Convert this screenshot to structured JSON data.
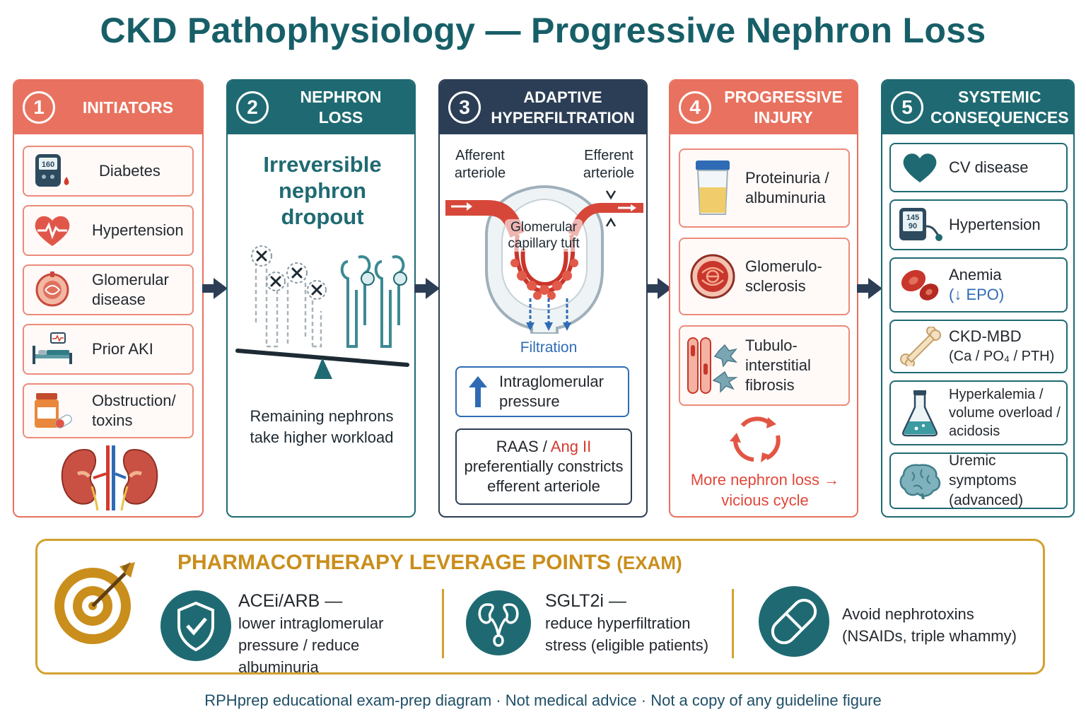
{
  "title": "CKD Pathophysiology — Progressive Nephron Loss",
  "colors": {
    "initiators": "#e8725f",
    "nephron_loss": "#1f6a72",
    "hyperfiltration": "#2c3e56",
    "injury": "#e8725f",
    "systemic": "#1f6a72",
    "leverage": "#d2a12f"
  },
  "panels": {
    "initiators": {
      "number": "1",
      "title": "INITIATORS",
      "items": [
        {
          "label": "Diabetes",
          "icon": "glucometer-icon",
          "reading": "160"
        },
        {
          "label": "Hypertension",
          "icon": "heart-pulse-icon"
        },
        {
          "label": "Glomerular disease",
          "icon": "glomerulus-icon"
        },
        {
          "label": "Prior AKI",
          "icon": "hospital-bed-icon"
        },
        {
          "label": "Obstruction/ toxins",
          "icon": "pill-bottle-icon"
        }
      ],
      "footer_icon": "kidneys-icon"
    },
    "nephron_loss": {
      "number": "2",
      "title": "NEPHRON LOSS",
      "headline": "Irreversible nephron dropout",
      "caption": "Remaining nephrons take higher workload",
      "icon": "nephron-seesaw-icon"
    },
    "hyperfiltration": {
      "number": "3",
      "title": "ADAPTIVE HYPERFILTRATION",
      "afferent_label": "Afferent arteriole",
      "efferent_label": "Efferent arteriole",
      "tuft_label": "Glomerular capillary tuft",
      "filtration_label": "Filtration",
      "pressure_label": "Intraglomerular pressure",
      "raas_prefix": "RAAS / ",
      "raas_highlight": "Ang II",
      "raas_rest": "preferentially constricts efferent arteriole"
    },
    "injury": {
      "number": "4",
      "title": "PROGRESSIVE INJURY",
      "items": [
        {
          "label": "Proteinuria / albuminuria",
          "icon": "urine-cup-icon"
        },
        {
          "label": "Glomerulo- sclerosis",
          "icon": "sclerotic-glomerulus-icon"
        },
        {
          "label": "Tubulo- interstitial fibrosis",
          "icon": "fibrosis-icon"
        }
      ],
      "cycle_text": "More nephron loss → vicious cycle",
      "cycle_icon": "cycle-arrows-icon"
    },
    "systemic": {
      "number": "5",
      "title": "SYSTEMIC CONSEQUENCES",
      "items": [
        {
          "label": "CV disease",
          "icon": "heart-icon"
        },
        {
          "label": "Hypertension",
          "icon": "bp-monitor-icon",
          "reading_top": "145",
          "reading_bottom": "90"
        },
        {
          "label": "Anemia",
          "sub": "(↓ EPO)",
          "icon": "red-blood-cells-icon"
        },
        {
          "label": "CKD-MBD",
          "sub": "(Ca / PO₄ / PTH)",
          "icon": "bone-icon"
        },
        {
          "label": "Hyperkalemia / volume overload / acidosis",
          "icon": "flask-icon"
        },
        {
          "label": "Uremic symptoms (advanced)",
          "icon": "brain-icon"
        }
      ]
    }
  },
  "leverage": {
    "title": "PHARMACOTHERAPY LEVERAGE POINTS",
    "title_suffix": "(EXAM)",
    "items": [
      {
        "heading": "ACEi/ARB —",
        "text": "lower intraglomerular pressure / reduce albuminuria",
        "icon": "shield-check-icon"
      },
      {
        "heading": "SGLT2i —",
        "text": "reduce hyperfiltration stress (eligible patients)",
        "icon": "kidney-icon"
      },
      {
        "heading": "",
        "text": "Avoid nephrotoxins (NSAIDs, triple whammy)",
        "icon": "capsule-icon"
      }
    ],
    "target_icon": "target-arrow-icon"
  },
  "footer": "RPHprep educational exam-prep diagram · Not medical advice · Not a copy of any guideline figure"
}
